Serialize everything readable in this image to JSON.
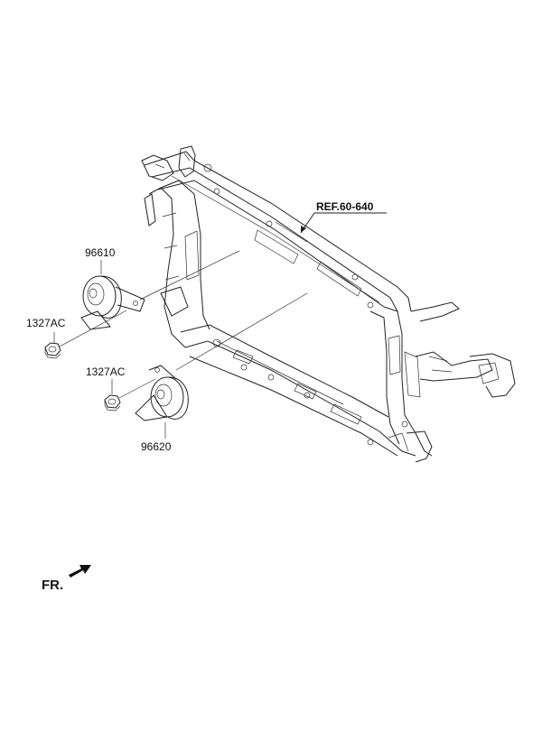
{
  "labels": {
    "ref": "REF.60-640",
    "horn_upper": "96610",
    "nut_upper": "1327AC",
    "nut_lower": "1327AC",
    "horn_lower": "96620",
    "front": "FR."
  },
  "colors": {
    "line": "#222222",
    "background": "#ffffff"
  }
}
